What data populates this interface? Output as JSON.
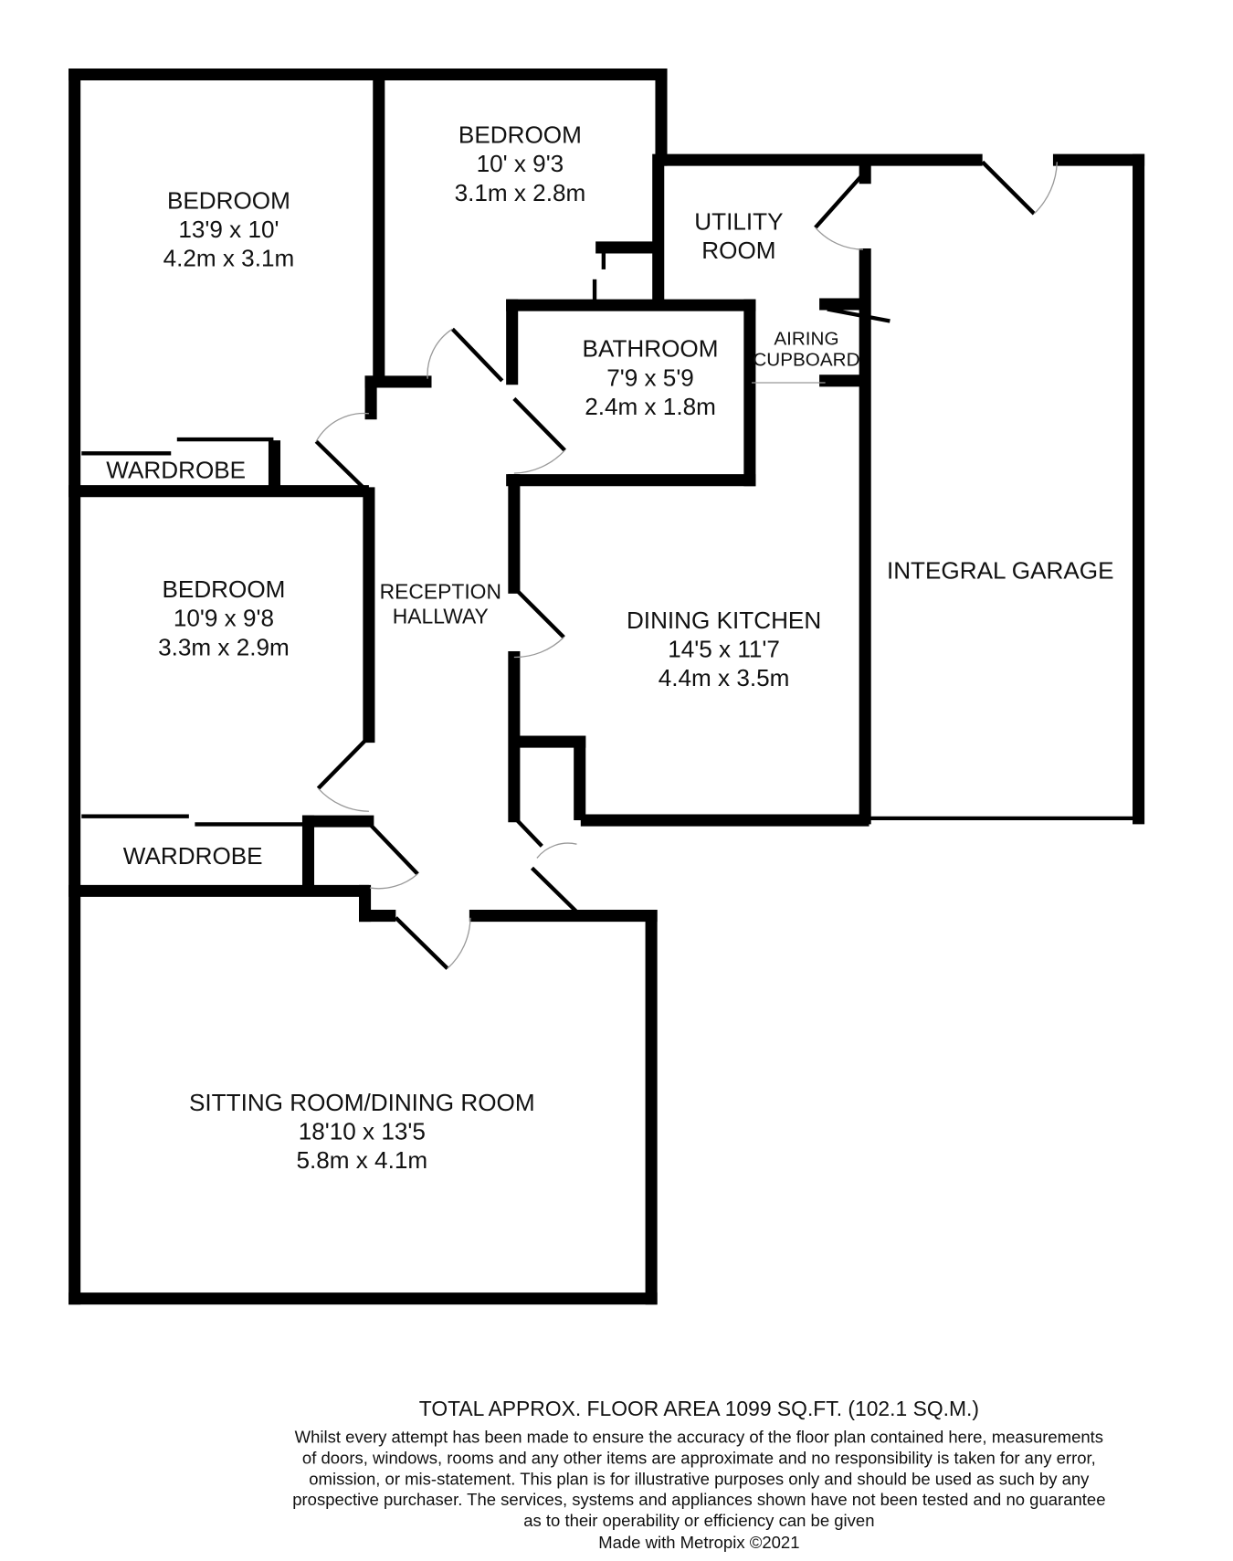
{
  "rooms": {
    "bedroom1": {
      "name": "BEDROOM",
      "imperial": "13'9 x 10'",
      "metric": "4.2m x 3.1m"
    },
    "bedroom2": {
      "name": "BEDROOM",
      "imperial": "10' x 9'3",
      "metric": "3.1m x 2.8m"
    },
    "bedroom3": {
      "name": "BEDROOM",
      "imperial": "10'9 x 9'8",
      "metric": "3.3m x 2.9m"
    },
    "utility": {
      "line1": "UTILITY",
      "line2": "ROOM"
    },
    "bathroom": {
      "name": "BATHROOM",
      "imperial": "7'9 x 5'9",
      "metric": "2.4m x 1.8m"
    },
    "airing": {
      "line1": "AIRING",
      "line2": "CUPBOARD"
    },
    "wardrobe1": {
      "name": "WARDROBE"
    },
    "wardrobe2": {
      "name": "WARDROBE"
    },
    "hallway": {
      "line1": "RECEPTION",
      "line2": "HALLWAY"
    },
    "kitchen": {
      "name": "DINING KITCHEN",
      "imperial": "14'5 x 11'7",
      "metric": "4.4m x 3.5m"
    },
    "garage": {
      "name": "INTEGRAL GARAGE"
    },
    "sitting": {
      "name": "SITTING ROOM/DINING ROOM",
      "imperial": "18'10 x 13'5",
      "metric": "5.8m x 4.1m"
    }
  },
  "footer": {
    "total": "TOTAL APPROX. FLOOR AREA 1099 SQ.FT. (102.1 SQ.M.)",
    "disclaimer": [
      "Whilst every attempt has been made to ensure the accuracy of the floor plan contained here, measurements",
      "of doors, windows, rooms and any other items are approximate and no responsibility is taken for any error,",
      "omission, or mis-statement. This plan is for illustrative purposes only and should be used as such by any",
      "prospective purchaser. The services, systems and appliances shown have not been tested and no guarantee",
      "as to their operability or efficiency can be given"
    ],
    "credit": "Made with Metropix ©2021"
  }
}
